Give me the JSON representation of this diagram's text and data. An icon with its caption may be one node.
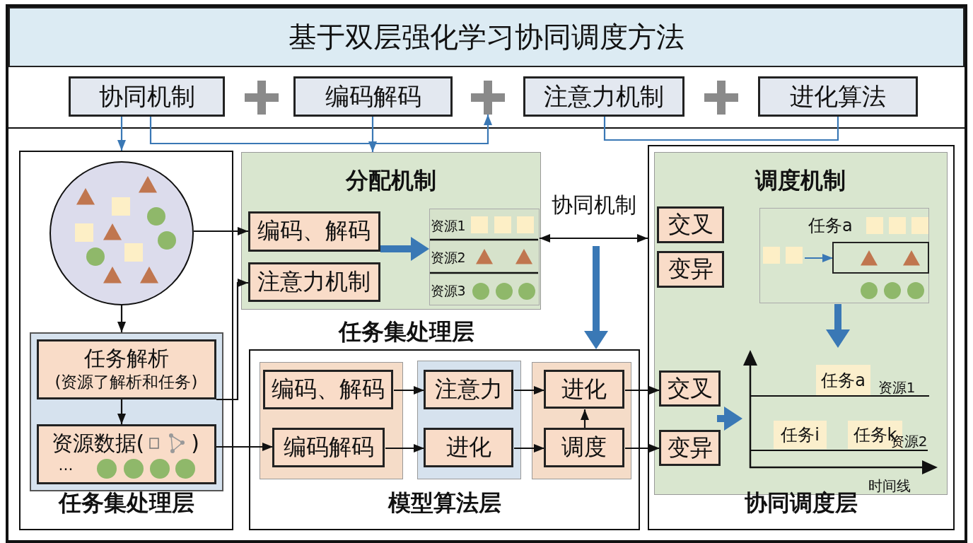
{
  "diagram": {
    "nodes": [
      {
        "text": [
          "基于双层强化学习协同调度方法"
        ]
      },
      {
        "text": [
          "协同机制"
        ]
      },
      {
        "text": [],
        "shape": "plus"
      },
      {
        "text": [
          "编码解码"
        ]
      },
      {
        "text": [],
        "shape": "plus"
      },
      {
        "text": [
          "注意力机制"
        ]
      },
      {
        "text": [],
        "shape": "plus"
      },
      {
        "text": [
          "进化算法"
        ]
      },
      {
        "text": [
          "任务集处理层"
        ]
      },
      {
        "text": [],
        "shape": "circle",
        "in": 8
      },
      {
        "text": [],
        "shape": "box",
        "in": 8
      },
      {
        "text": [
          "任务解析",
          "(资源了解析和任务)"
        ],
        "in": 10
      },
      {
        "text": [
          "资源数据(",
          ")",
          "..."
        ],
        "in": 10
      },
      {
        "text": [
          "分配机制"
        ]
      },
      {
        "text": [
          "编码、解码"
        ],
        "in": 13
      },
      {
        "text": [
          "注意力机制"
        ],
        "in": 13
      },
      {
        "text": [
          "资源1",
          "资源2",
          "资源3"
        ],
        "in": 13
      },
      {
        "text": [
          "模型算法层"
        ]
      },
      {
        "text": [],
        "shape": "box",
        "in": 17
      },
      {
        "text": [
          "编码、解码"
        ],
        "in": 18
      },
      {
        "text": [
          "编码解码"
        ],
        "in": 18
      },
      {
        "text": [],
        "shape": "box",
        "in": 17
      },
      {
        "text": [
          "注意力"
        ],
        "in": 21
      },
      {
        "text": [
          "进化"
        ],
        "in": 21
      },
      {
        "text": [],
        "shape": "box",
        "in": 17
      },
      {
        "text": [
          "进化"
        ],
        "in": 24
      },
      {
        "text": [
          "调度"
        ],
        "in": 24
      },
      {
        "text": [
          "协同调度层"
        ]
      },
      {
        "text": [
          "调度机制"
        ],
        "in": 27
      },
      {
        "text": [
          "交叉"
        ],
        "in": 28
      },
      {
        "text": [
          "变异"
        ],
        "in": 28
      },
      {
        "text": [
          "任务a"
        ],
        "in": 28
      },
      {
        "text": [],
        "shape": "box",
        "in": 31
      },
      {
        "text": [
          "交叉"
        ],
        "in": 28
      },
      {
        "text": [
          "变异"
        ],
        "in": 28
      },
      {
        "text": [],
        "shape": "picture",
        "in": 28
      },
      {
        "text": [
          "任务a"
        ],
        "in": 35
      },
      {
        "text": [
          "任务i"
        ],
        "in": 35
      },
      {
        "text": [
          "任务k"
        ],
        "in": 35
      }
    ],
    "edges": [
      {
        "from": 1,
        "to": 8,
        "arrow": "to",
        "color": "#3a78b5"
      },
      {
        "from": 1,
        "to": 4,
        "arrow": "to",
        "color": "#3a78b5"
      },
      {
        "from": 3,
        "to": 13,
        "arrow": "to",
        "color": "#3a78b5"
      },
      {
        "from": 5,
        "to": 7,
        "arrow": "none",
        "color": "#3a78b5"
      },
      {
        "from": 9,
        "to": 14,
        "arrow": "to"
      },
      {
        "from": 9,
        "to": 10,
        "arrow": "to"
      },
      {
        "from": 11,
        "to": 15,
        "arrow": "to"
      },
      {
        "from": 11,
        "to": 12,
        "arrow": "to"
      },
      {
        "from": 12,
        "to": 20,
        "arrow": "to"
      },
      {
        "from": 14,
        "to": 16,
        "arrow": "to",
        "style": "thick",
        "color": "#3a78b5"
      },
      {
        "from": 16,
        "to": 27,
        "arrow": "both",
        "label": "协同机制"
      },
      {
        "from": null,
        "to": 17,
        "arrow": "to",
        "style": "thick",
        "color": "#3a78b5"
      },
      {
        "from": 19,
        "to": 22,
        "arrow": "to"
      },
      {
        "from": 22,
        "to": 25,
        "arrow": "to"
      },
      {
        "from": 20,
        "to": 23,
        "arrow": "to"
      },
      {
        "from": 23,
        "to": 26,
        "arrow": "to"
      },
      {
        "from": 26,
        "to": 25,
        "arrow": "to"
      },
      {
        "from": 25,
        "to": 33,
        "arrow": "to"
      },
      {
        "from": 26,
        "to": 34,
        "arrow": "to"
      },
      {
        "from": null,
        "to": 32,
        "arrow": "to",
        "color": "#3a78b5"
      },
      {
        "from": 31,
        "to": 35,
        "arrow": "to",
        "style": "thick",
        "color": "#3a78b5"
      },
      {
        "from": null,
        "to": 35,
        "arrow": "to",
        "style": "thick",
        "color": "#3a78b5"
      }
    ],
    "labels": [
      "任务集处理层",
      "资源1",
      "资源2",
      "时间线"
    ]
  }
}
